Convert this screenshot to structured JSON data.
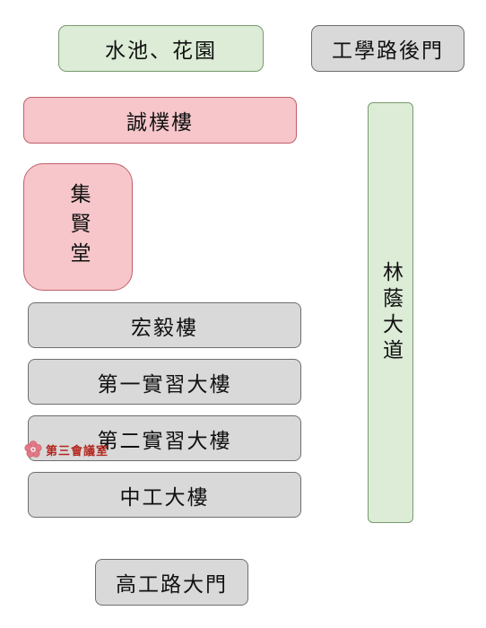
{
  "buildings": {
    "pool_garden": "水池、花園",
    "back_gate": "工學路後門",
    "chengpu": "誠樸樓",
    "jixian": "集賢堂",
    "boulevard": "林蔭大道",
    "hongyi": "宏毅樓",
    "lab1": "第一實習大樓",
    "lab2": "第二實習大樓",
    "zhonggong": "中工大樓",
    "main_gate": "高工路大門"
  },
  "marker": {
    "icon": "flower-icon",
    "label": "第三會議室",
    "color": "#e07a86"
  },
  "colors": {
    "green": "#dcecd6",
    "red": "#f6c6ca",
    "gray": "#d9d9d9",
    "marker_text": "#b3261e"
  }
}
